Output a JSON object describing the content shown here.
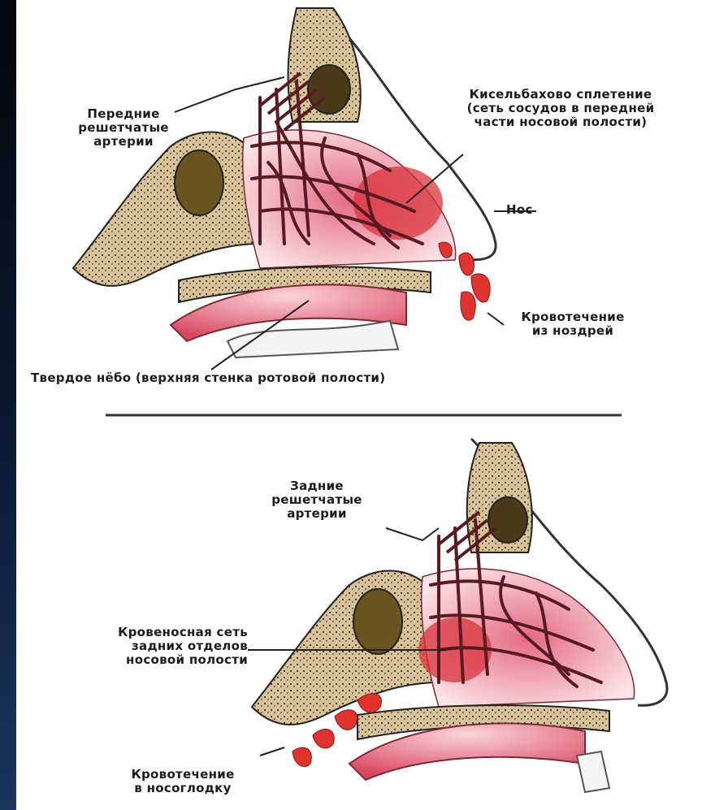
{
  "top_diagram": {
    "label_anterior_arteries": [
      "Передние",
      "решетчатые",
      "артерии"
    ],
    "label_kiesselbach": [
      "Кисельбахово сплетение",
      "(сеть сосудов в передней",
      "части носовой полости)"
    ],
    "label_nose": "Нос",
    "label_nostril_bleeding": [
      "Кровотечение",
      "из ноздрей"
    ],
    "label_hard_palate": "Твердое нёбо (верхняя стенка ротовой полости)"
  },
  "bottom_diagram": {
    "label_posterior_arteries": [
      "Задние",
      "решетчатые",
      "артерии"
    ],
    "label_posterior_network": [
      "Кровеносная сеть",
      "задних отделов",
      "носовой полости"
    ],
    "label_nasopharynx_bleeding": [
      "Кровотечение",
      "в носоглодку"
    ]
  },
  "colors": {
    "bone": "#d8c29a",
    "bone_dark": "#3a2c1c",
    "vessel": "#5a1a22",
    "mucosa": "#f3c3cc",
    "blood": "#e0352f"
  }
}
